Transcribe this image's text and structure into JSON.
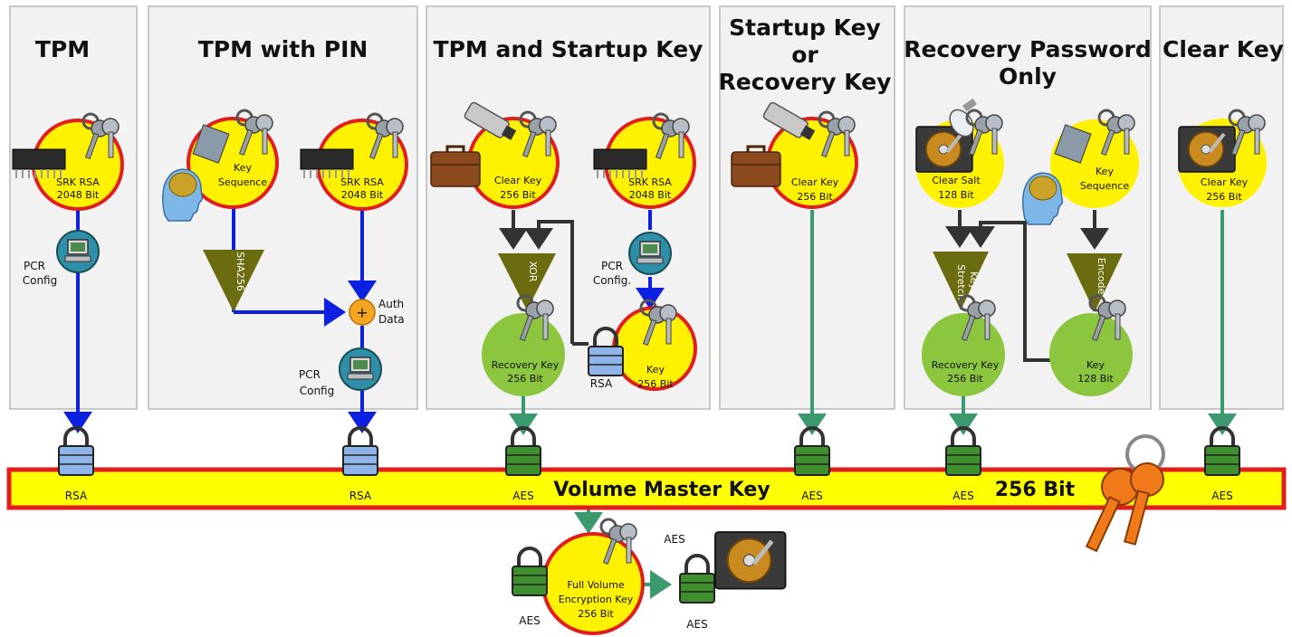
{
  "panels": {
    "tpm": "TPM",
    "tpm_pin": "TPM with PIN",
    "tpm_startup": "TPM and Startup Key",
    "startup_recovery": [
      "Startup Key",
      "or",
      "Recovery Key"
    ],
    "recovery_password": [
      "Recovery Password",
      "Only"
    ],
    "clear_key": "Clear Key"
  },
  "labels": {
    "srk_rsa": [
      "SRK RSA",
      "2048 Bit"
    ],
    "key_sequence": [
      "Key",
      "Sequence"
    ],
    "clear_key_256": [
      "Clear Key",
      "256 Bit"
    ],
    "clear_salt": [
      "Clear Salt",
      "128 Bit"
    ],
    "recovery_key": [
      "Recovery Key",
      "256  Bit"
    ],
    "key_256": [
      "Key",
      "256 Bit"
    ],
    "key_128": [
      "Key",
      "128  Bit"
    ],
    "fvek": [
      "Full Volume",
      "Encryption Key",
      "256 Bit"
    ],
    "pcr_config": [
      "PCR",
      "Config"
    ],
    "pcr_config_dot": [
      "PCR",
      "Config."
    ],
    "auth_data": [
      "Auth",
      "Data"
    ],
    "sha256": "SHA256",
    "xor": "XOR",
    "key_stretch": [
      "Key",
      "Stretch"
    ],
    "encode": "Encode",
    "rsa": "RSA",
    "aes": "AES",
    "plus": "+"
  },
  "bar": {
    "vmk": "Volume Master Key",
    "bits": "256 Bit"
  },
  "colors": {
    "blue_line": "#0b20e0",
    "green_line": "#3a9a6e",
    "dark_line": "#333333",
    "bar_fill": "#ffff00",
    "bar_border": "#e21d1d",
    "circle_yellow": "#fff200",
    "circle_green": "#8cc63f",
    "triangle": "#6b6b0f"
  },
  "icons": [
    "chip-icon",
    "key-icon",
    "head-icon",
    "usb-drive-icon",
    "briefcase-icon",
    "computer-icon",
    "lock-icon",
    "hard-drive-icon",
    "salt-shaker-icon"
  ]
}
